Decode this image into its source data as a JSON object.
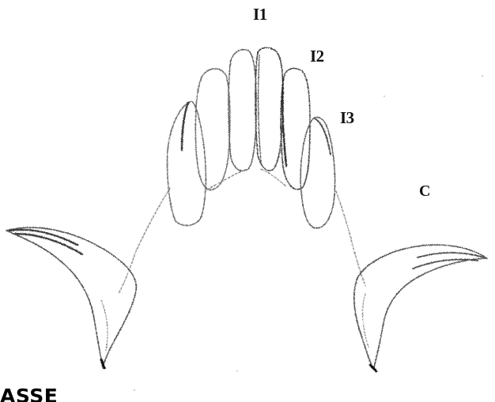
{
  "labels": {
    "central_incisor": "I1",
    "lateral_incisor": "I2",
    "third_incisor": "I3",
    "canine": "C"
  },
  "corner_text": "ASSE",
  "colors": {
    "ink": "#111111",
    "pencil_dark": "#3a3a3a",
    "pencil_mid": "#7a7a7a",
    "pencil_light": "#b5b5b5",
    "background": "#ffffff"
  }
}
